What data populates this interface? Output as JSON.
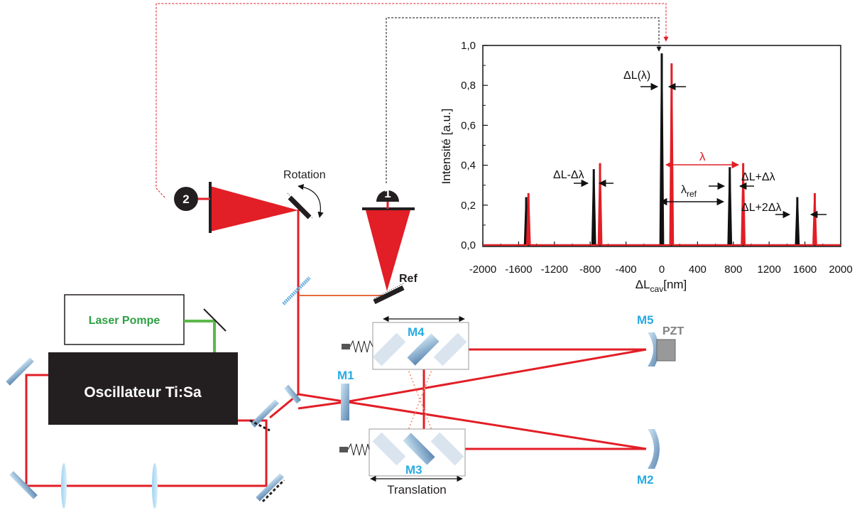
{
  "labels": {
    "rotation": "Rotation",
    "ref": "Ref",
    "laser_pompe": "Laser Pompe",
    "oscillateur": "Oscillateur Ti:Sa",
    "translation": "Translation",
    "pzt": "PZT",
    "m1": "M1",
    "m2": "M2",
    "m3": "M3",
    "m4": "M4",
    "m5": "M5",
    "detector_1": "1",
    "detector_2": "2"
  },
  "colors": {
    "beam": "#e21e26",
    "pump": "#5cb84c",
    "mirror_label": "#29abe2",
    "pump_text": "#2ea043",
    "box_dark": "#231f20",
    "series_black": "#111111",
    "series_red": "#e21e26"
  },
  "chart_data": {
    "type": "line",
    "xlabel_main": "ΔL",
    "xlabel_sub": "cav",
    "xlabel_unit": "[nm]",
    "ylabel": "Intensité [a.u.]",
    "xlim": [
      -2000,
      2000
    ],
    "ylim": [
      0,
      1.0
    ],
    "x_ticks": [
      -2000,
      -1600,
      -1200,
      -800,
      -400,
      0,
      400,
      800,
      1200,
      1600,
      2000
    ],
    "y_ticks": [
      "0,0",
      "0,2",
      "0,4",
      "0,6",
      "0,8",
      "1,0"
    ],
    "series": [
      {
        "color": "black",
        "peaks": [
          {
            "x": -1515,
            "y": 0.24
          },
          {
            "x": -760,
            "y": 0.38
          },
          {
            "x": 0,
            "y": 0.96
          },
          {
            "x": 760,
            "y": 0.39
          },
          {
            "x": 1515,
            "y": 0.24
          }
        ]
      },
      {
        "color": "red",
        "peaks": [
          {
            "x": -1490,
            "y": 0.26
          },
          {
            "x": -690,
            "y": 0.41
          },
          {
            "x": 110,
            "y": 0.91
          },
          {
            "x": 910,
            "y": 0.41
          },
          {
            "x": 1710,
            "y": 0.26
          }
        ]
      }
    ],
    "annotations": {
      "dl": "ΔL(λ)",
      "dl_minus": "ΔL-Δλ",
      "dl_plus": "ΔL+Δλ",
      "dl_plus2": "ΔL+2Δλ",
      "lambda": "λ",
      "lambda_ref_main": "λ",
      "lambda_ref_sub": "ref"
    }
  }
}
